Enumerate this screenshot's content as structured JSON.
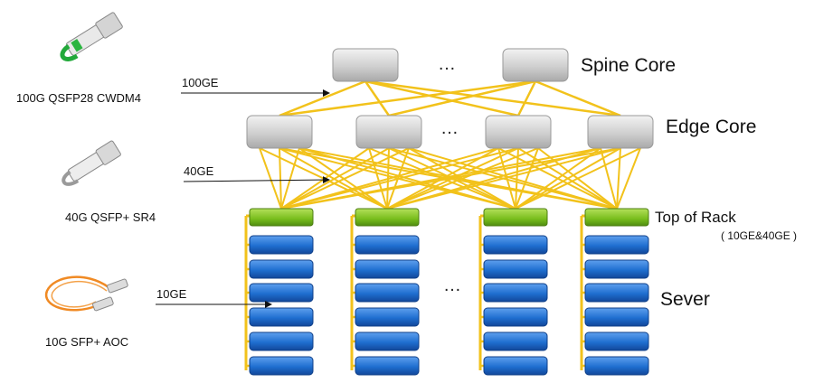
{
  "layers": {
    "spine": {
      "label": "Spine Core"
    },
    "edge": {
      "label": "Edge Core"
    },
    "tor": {
      "label": "Top of Rack",
      "sublabel": "( 10GE&40GE )"
    },
    "server": {
      "label": "Sever"
    }
  },
  "ellipsis": "…",
  "links": {
    "l100": "100GE",
    "l40": "40GE",
    "l10": "10GE"
  },
  "modules": {
    "m100": "100G QSFP28 CWDM4",
    "m40": "40G QSFP+ SR4",
    "m10": "10G SFP+ AOC"
  },
  "colors": {
    "link": "#f2c21b",
    "switch_gray": "#c9c9c9",
    "tor_green": "#7cc21c",
    "server_blue": "#1f6fd0"
  }
}
